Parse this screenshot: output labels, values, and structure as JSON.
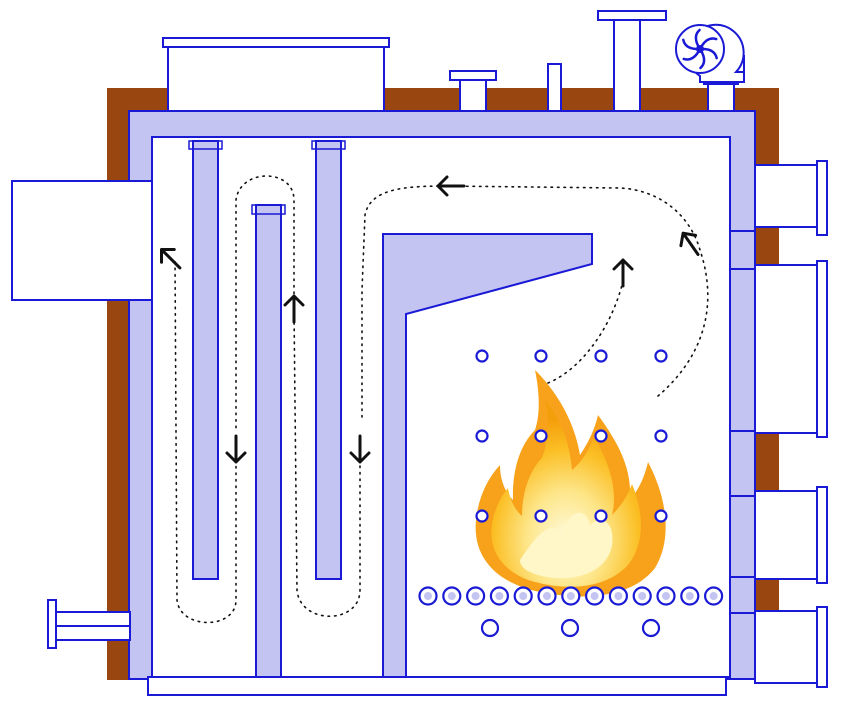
{
  "colors": {
    "outline": "#1a1ad6",
    "water": "#c4c4f2",
    "insulation": "#9a4610",
    "fan_blade": "#1a1ad6",
    "flame_outer": "#f7a21a",
    "flame_mid": "#fbc531",
    "flame_inner": "#fff3b0",
    "flow_line": "#111111"
  },
  "icons": [
    "fan-icon",
    "flame-icon",
    "flow-arrow-icon"
  ],
  "flow_arrows": [
    {
      "id": "left-outlet",
      "direction": "up-left"
    },
    {
      "id": "channel-1-down",
      "direction": "down"
    },
    {
      "id": "channel-2-up",
      "direction": "up"
    },
    {
      "id": "channel-3-down",
      "direction": "down"
    },
    {
      "id": "top-pass",
      "direction": "left"
    },
    {
      "id": "furnace-up",
      "direction": "up"
    },
    {
      "id": "furnace-right-up",
      "direction": "up-left"
    }
  ],
  "water_tube_rows": 3,
  "water_tubes_per_row": 4,
  "grate_bars": 13,
  "ash_pipes": 3
}
